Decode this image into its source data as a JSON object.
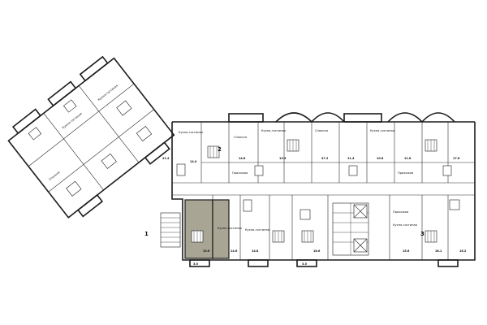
{
  "plan": {
    "highlight_color": "#a8a594",
    "room_labels": [
      {
        "id": "r1",
        "text": "Кухня-гостиная"
      },
      {
        "id": "r2",
        "text": "Спальня"
      },
      {
        "id": "r3",
        "text": "Кухня-гостиная"
      },
      {
        "id": "r4",
        "text": "Кухня-гостиная"
      },
      {
        "id": "r5",
        "text": "Спальня"
      },
      {
        "id": "r6",
        "text": "Кухня-гостиная"
      },
      {
        "id": "r7",
        "text": "Спальня"
      },
      {
        "id": "r8",
        "text": "Кухня-гостиная"
      },
      {
        "id": "r9",
        "text": "Прихожая"
      },
      {
        "id": "r10",
        "text": "Прихожая"
      },
      {
        "id": "r11",
        "text": "Кухня-гостиная"
      },
      {
        "id": "r12",
        "text": "Кухня-гостиная"
      },
      {
        "id": "r13",
        "text": "Прихожая"
      },
      {
        "id": "r14",
        "text": "Кухня-гостиная"
      }
    ],
    "area_labels": [
      {
        "id": "a1",
        "text": "14.0"
      },
      {
        "id": "a2",
        "text": "21.4"
      },
      {
        "id": "a3",
        "text": "47.2"
      },
      {
        "id": "a4",
        "text": "14.8"
      },
      {
        "id": "a5",
        "text": "11.4"
      },
      {
        "id": "a6",
        "text": "10.8"
      },
      {
        "id": "a7",
        "text": "11.8"
      },
      {
        "id": "a8",
        "text": "17.8"
      },
      {
        "id": "a9",
        "text": "13.3"
      },
      {
        "id": "a10",
        "text": "14.8"
      },
      {
        "id": "a11",
        "text": "10.6"
      },
      {
        "id": "a12",
        "text": "14.6"
      },
      {
        "id": "a13",
        "text": "18.6"
      },
      {
        "id": "a14",
        "text": "15.6"
      },
      {
        "id": "a15",
        "text": "18.1"
      },
      {
        "id": "a16",
        "text": "16.2"
      },
      {
        "id": "a17",
        "text": "3.0"
      },
      {
        "id": "a18",
        "text": "3.5"
      }
    ],
    "unit_numbers": [
      {
        "id": "u1",
        "text": "1"
      },
      {
        "id": "u2",
        "text": "2"
      },
      {
        "id": "u3",
        "text": "3"
      }
    ]
  }
}
